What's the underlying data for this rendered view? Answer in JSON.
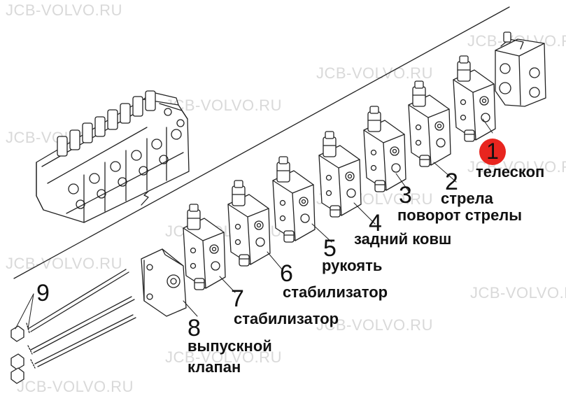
{
  "watermark": "JCB-VOLVO.RU",
  "callouts": [
    {
      "number": "1",
      "label": "телескоп"
    },
    {
      "number": "2",
      "label": "стрела"
    },
    {
      "number": "3",
      "label": "поворот стрелы"
    },
    {
      "number": "4",
      "label": "задний ковш"
    },
    {
      "number": "5",
      "label": "рукоять"
    },
    {
      "number": "6",
      "label": "стабилизатор"
    },
    {
      "number": "7",
      "label": "стабилизатор"
    },
    {
      "number": "8",
      "label_line1": "выпускной",
      "label_line2": "клапан"
    },
    {
      "number": "9"
    }
  ],
  "colors": {
    "highlight": "#e8251f",
    "line": "#222222",
    "watermark": "#d9d9d9"
  }
}
